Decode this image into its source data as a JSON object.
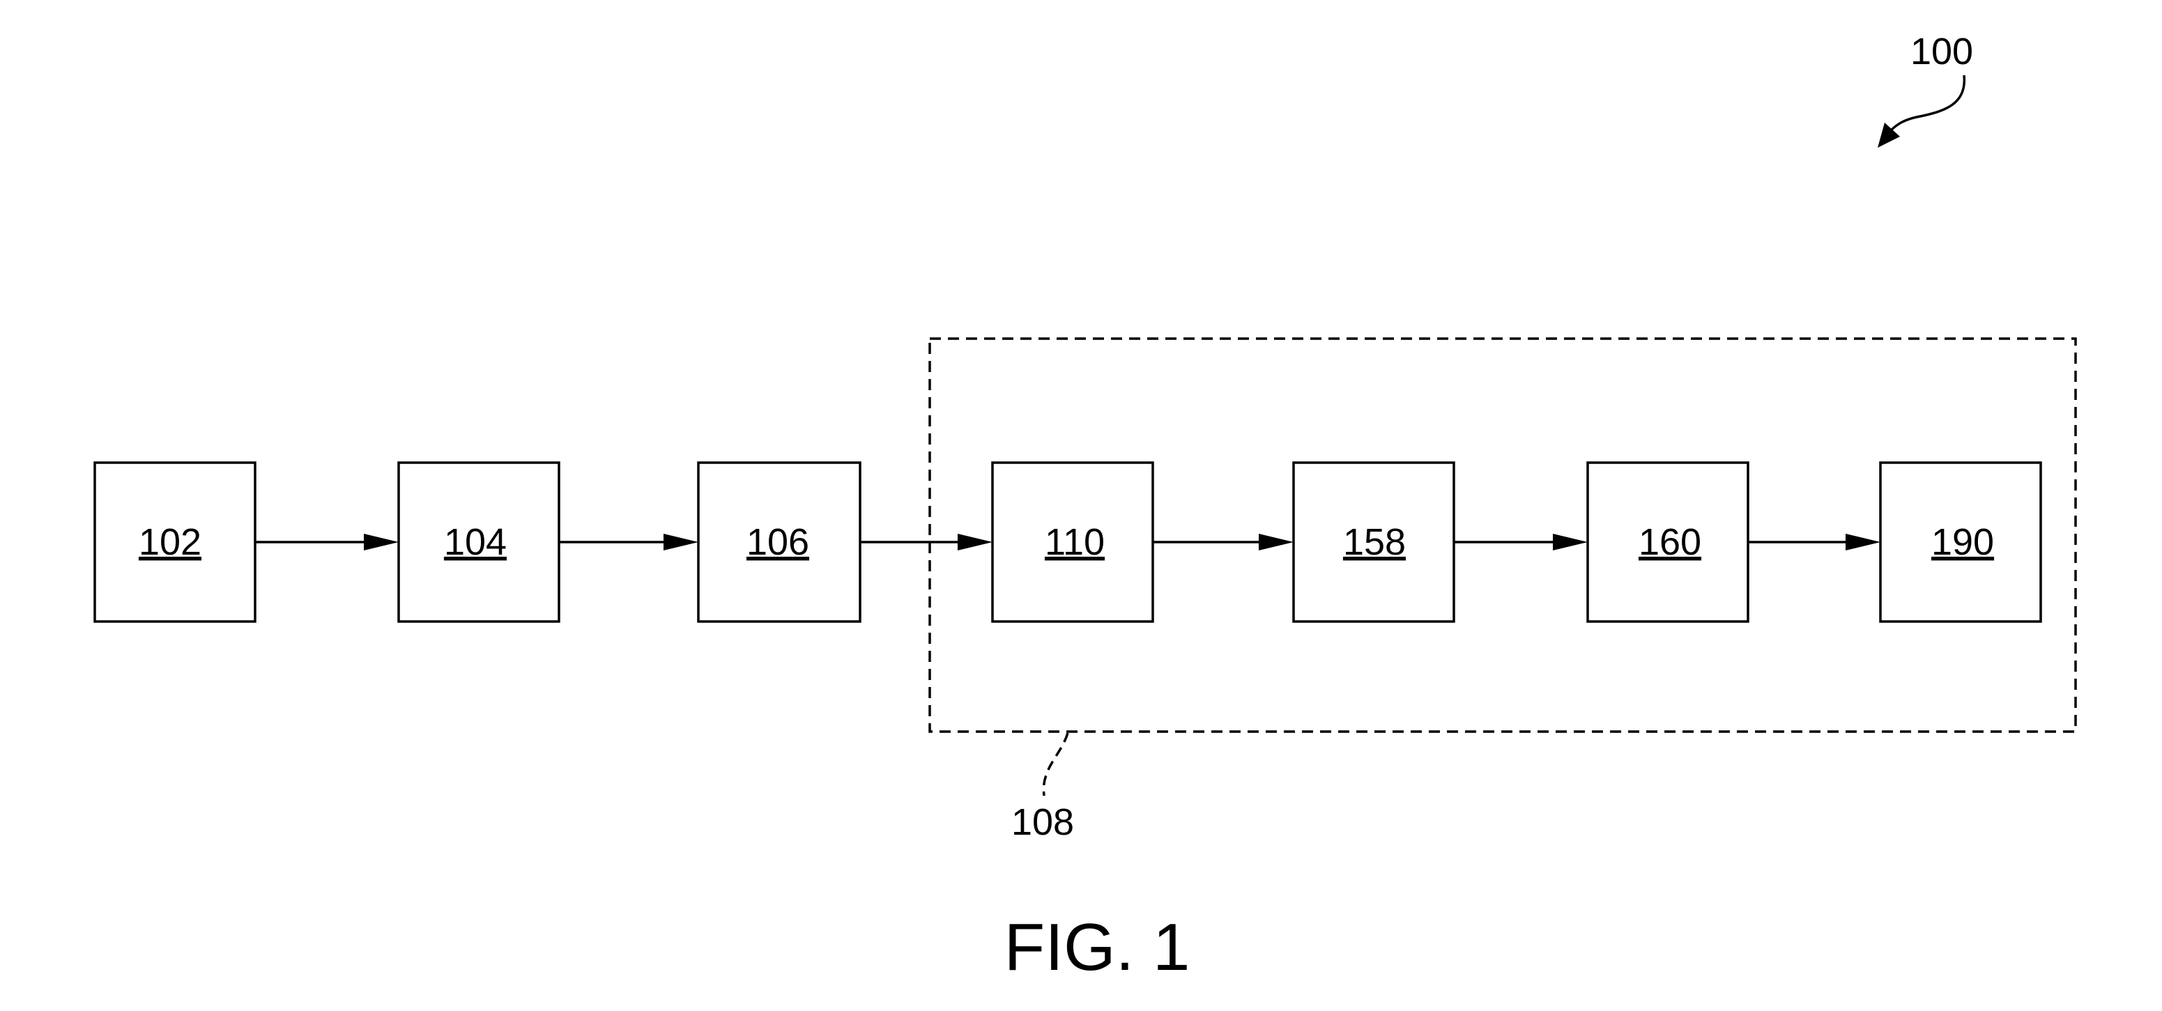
{
  "figure": {
    "caption": "FIG. 1",
    "reference": "100"
  },
  "group": {
    "label": "108"
  },
  "blocks": [
    {
      "id": "b102",
      "label": "102"
    },
    {
      "id": "b104",
      "label": "104"
    },
    {
      "id": "b106",
      "label": "106"
    },
    {
      "id": "b110",
      "label": "110"
    },
    {
      "id": "b158",
      "label": "158"
    },
    {
      "id": "b160",
      "label": "160"
    },
    {
      "id": "b190",
      "label": "190"
    }
  ],
  "connections": [
    {
      "from": "102",
      "to": "104"
    },
    {
      "from": "104",
      "to": "106"
    },
    {
      "from": "106",
      "to": "110"
    },
    {
      "from": "110",
      "to": "158"
    },
    {
      "from": "158",
      "to": "160"
    },
    {
      "from": "160",
      "to": "190"
    }
  ]
}
